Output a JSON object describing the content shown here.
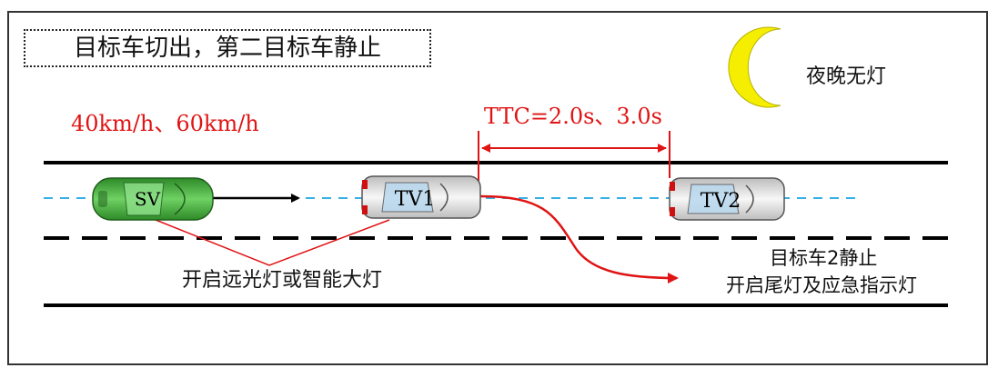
{
  "title": "目标车切出，第二目标车静止",
  "speed_text": "40km/h、60km/h",
  "ttc_text": "TTC=2.0s、3.0s",
  "night_text": "夜晚无灯",
  "sv_lights_text": "开启远光灯或智能大灯",
  "tv2_note_line1": "目标车2静止",
  "tv2_note_line2": "开启尾灯及应急指示灯",
  "cars": {
    "sv": "SV",
    "tv1": "TV1",
    "tv2": "TV2"
  },
  "colors": {
    "annotation": "#e01414",
    "sv_body": "#3fa83a",
    "tv_body": "#e6e6e6",
    "lane_center": "#35b0e6",
    "moon": "#f5ee00"
  }
}
